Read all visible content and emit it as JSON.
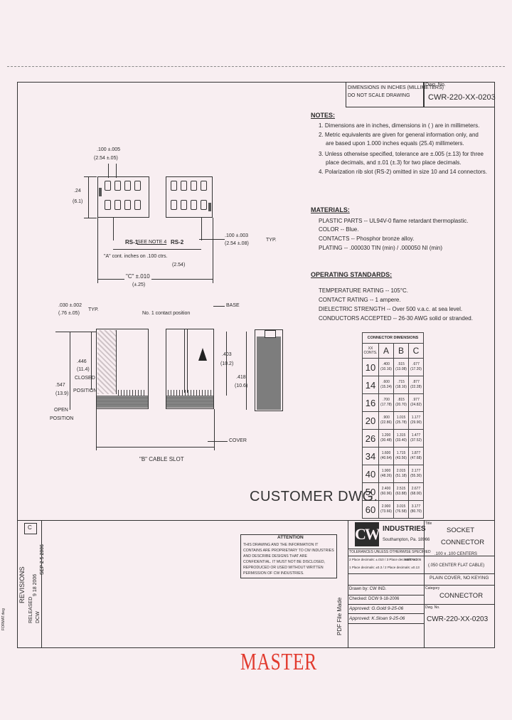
{
  "title_block": {
    "dimensions_note_line1": "DIMENSIONS IN INCHES (MILLIMETERS)",
    "dimensions_note_line2": "DO NOT SCALE DRAWING",
    "dwg_no_label": "Dwg. No.",
    "dwg_no": "CWR-220-XX-0203",
    "company_name": "INDUSTRIES",
    "company_location": "Southampton, Pa. 18966",
    "title_label": "Title",
    "title_line1": "SOCKET",
    "title_line2": "CONNECTOR",
    "title_line3": ".100 x .100 CENTERS",
    "title_line4": "(.050 CENTER FLAT CABLE)",
    "title_line5": "PLAIN COVER, NO KEYING",
    "tolerances_header": "TOLERANCES UNLESS OTHERWISE SPECIFIED",
    "tol_inches": "2 Place decimals: ±.010 / 3 Place decimals: ±.005",
    "tol_metric_label": "METRIC",
    "tol_metric": "1 Place decimals: ±0.3 / 2 Place decimals: ±0.13",
    "drawn_by": "Drawn by: CW IND.",
    "checked": "Checked: DCW 9-18-2006",
    "approved": "Approved: G.Gold 9-25-06",
    "approved2": "Approved: K.Sloan 9-25-06",
    "category_label": "Category",
    "category": "CONNECTOR",
    "dwg_no_bottom": "CWR-220-XX-0203",
    "revision_letter": "C",
    "revisions_label": "REVISIONS",
    "released_label": "RELEASED",
    "released_by": "DCW",
    "released_date": "9 18 2006",
    "released_sign": "SEP 2 5 2006",
    "attention_title": "ATTENTION",
    "attention_text": "THIS DRAWING AND THE INFORMATION IT CONTAINS ARE PROPRIETARY TO CW INDUSTRIES AND DESCRIBE DESIGNS THAT ARE CONFIDENTIAL. IT MUST NOT BE DISCLOSED, REPRODUCED OR USED WITHOUT WRITTEN PERMISSION OF CW INDUSTRIES.",
    "pdf_note": "PDF File Made",
    "filename": "FORMAT.dwg"
  },
  "notes": {
    "heading": "NOTES:",
    "items": [
      "1. Dimensions are in inches, dimensions in ( ) are in millimeters.",
      "2. Metric equivalents are given for general information only, and",
      "are based upon 1.000 inches equals (25.4) millimeters.",
      "3. Unless otherwise specified, tolerance are ±.005 (±.13) for three",
      "place decimals, and ±.01 (±.3) for two place decimals.",
      "4. Polarization rib slot (RS-2) omitted in size 10 and 14 connectors."
    ]
  },
  "materials": {
    "heading": "MATERIALS:",
    "items": [
      "PLASTIC PARTS -- UL94V-0 flame retardant thermoplastic.",
      "COLOR -- Blue.",
      "CONTACTS -- Phosphor bronze alloy.",
      "PLATING -- .000030 TIN (min) / .000050 NI (min)"
    ]
  },
  "operating": {
    "heading": "OPERATING STANDARDS:",
    "items": [
      "TEMPERATURE RATING -- 105°C.",
      "CONTACT RATING -- 1 ampere.",
      "DIELECTRIC STRENGTH -- Over 500 v.a.c. at sea level.",
      "CONDUCTORS ACCEPTED -- 26-30 AWG solid or stranded."
    ]
  },
  "top_view": {
    "dim_pitch": ".100 ±.005",
    "dim_pitch_mm": "(2.54 ±.05)",
    "dim_height": ".24",
    "dim_height_mm": "(6.1)",
    "rs1": "RS-1",
    "see_note": "SEE NOTE 4",
    "rs2": "RS-2",
    "dim_pitch2": ".100 ±.003",
    "dim_pitch2_mm": "(2.54 ±.08)",
    "typ": "TYP.",
    "dim_a": "\"A\" cont. inches on .100 ctrs.",
    "dim_a_mm": "(2.54)",
    "dim_c": "\"C\" ±.010",
    "dim_c_mm": "(±.25)"
  },
  "side_view": {
    "dim_030": ".030 ±.002",
    "dim_030_mm": "(.76 ±.05)",
    "typ": "TYP.",
    "contact1": "No. 1 contact position",
    "base": "BASE",
    "dim_446": ".446",
    "dim_446_mm": "(11.4)",
    "closed": "CLOSED",
    "closed2": "POSITION",
    "dim_547": ".547",
    "dim_547_mm": "(13.9)",
    "open": "OPEN",
    "open2": "POSITION",
    "dim_403": ".403",
    "dim_403_mm": "(10.2)",
    "dim_418": ".418",
    "dim_418_mm": "(10.6)",
    "cover": "COVER",
    "dim_b": "\"B\" CABLE SLOT"
  },
  "customer_dwg": "CUSTOMER DWG.",
  "stamp": "MASTER",
  "connector_table": {
    "title": "CONNECTOR DIMENSIONS",
    "col_key": "XX CONTS.",
    "headers": [
      "A",
      "B",
      "C"
    ],
    "rows": [
      {
        "key": "10",
        "a": ".400 (10.16)",
        "b": ".515 (13.08)",
        "c": ".677 (17.20)"
      },
      {
        "key": "14",
        "a": ".600 (15.24)",
        "b": ".715 (18.16)",
        "c": ".877 (22.28)"
      },
      {
        "key": "16",
        "a": ".700 (17.78)",
        "b": ".815 (20.70)",
        "c": ".977 (24.82)"
      },
      {
        "key": "20",
        "a": ".900 (22.86)",
        "b": "1.015 (25.78)",
        "c": "1.177 (29.90)"
      },
      {
        "key": "26",
        "a": "1.200 (30.48)",
        "b": "1.315 (33.40)",
        "c": "1.477 (37.52)"
      },
      {
        "key": "34",
        "a": "1.600 (40.64)",
        "b": "1.715 (43.56)",
        "c": "1.877 (47.68)"
      },
      {
        "key": "40",
        "a": "1.900 (48.26)",
        "b": "2.015 (51.18)",
        "c": "2.177 (55.30)"
      },
      {
        "key": "50",
        "a": "2.400 (60.96)",
        "b": "2.515 (63.88)",
        "c": "2.677 (68.00)"
      },
      {
        "key": "60",
        "a": "2.900 (73.66)",
        "b": "3.015 (76.58)",
        "c": "3.177 (80.70)"
      }
    ]
  }
}
